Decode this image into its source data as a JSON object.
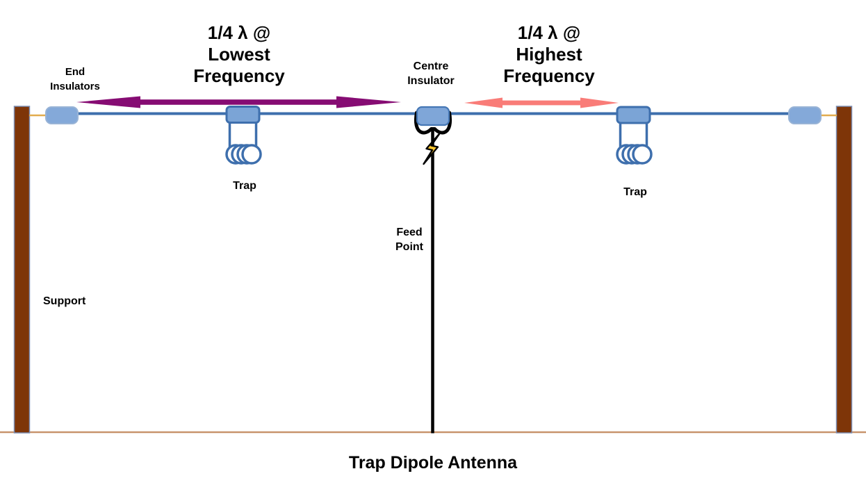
{
  "diagram": {
    "title": "Trap Dipole Antenna",
    "labels": {
      "left_span": {
        "line1": "1/4 λ @",
        "line2": "Lowest",
        "line3": "Frequency"
      },
      "right_span": {
        "line1": "1/4 λ @",
        "line2": "Highest",
        "line3": "Frequency"
      },
      "end_insulators": {
        "line1": "End",
        "line2": "Insulators"
      },
      "centre_insulator": {
        "line1": "Centre",
        "line2": "Insulator"
      },
      "feed_point": {
        "line1": "Feed",
        "line2": "Point"
      },
      "support": "Support",
      "trap_left": "Trap",
      "trap_right": "Trap"
    },
    "icons": {
      "lightning_bolt": "lightning-bolt-icon",
      "lowest_span_arrow": "double-headed-arrow-icon",
      "highest_span_arrow": "double-headed-arrow-icon"
    },
    "colors": {
      "wire": "#3E6FAD",
      "insulator_fill": "#84A9D9",
      "insulator_stroke": "#98B3D6",
      "trap_fill": "#7BA4D6",
      "centre_insulator_fill": "#7FA6D8",
      "centre_insulator_stroke": "#4577B5",
      "post_fill": "#7E3508",
      "post_stroke": "#7C8EB4",
      "rope": "#E2AC4E",
      "ground": "#C8946C",
      "arrow_lowest": "#860C73",
      "arrow_highest": "#F97C78",
      "feed_line": "#000000",
      "lightning_fill": "#FFC82E"
    }
  }
}
